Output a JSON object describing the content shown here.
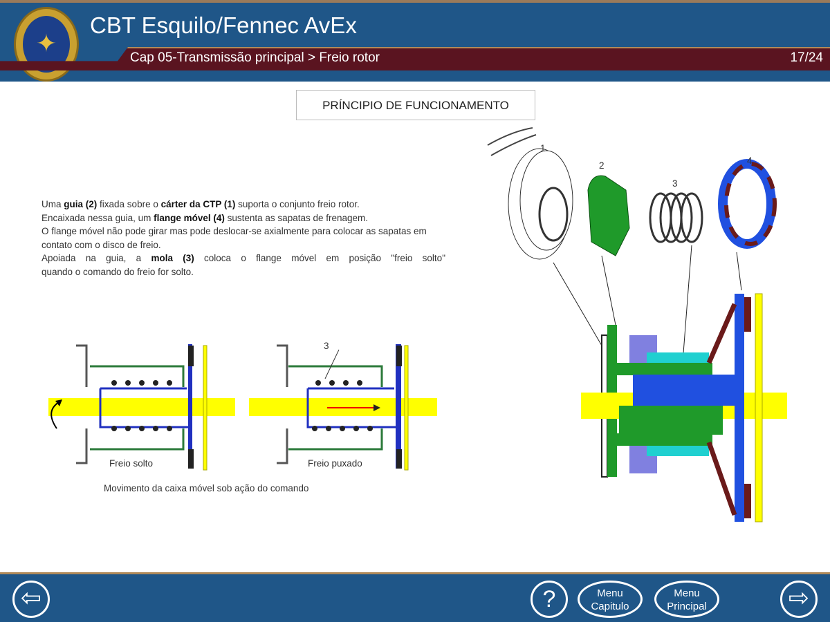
{
  "header": {
    "title": "CBT Esquilo/Fennec AvEx",
    "breadcrumb": "Cap 05-Transmissão principal > Freio rotor",
    "page": "17/24",
    "logo_icon": "eagle-emblem"
  },
  "section_title": "PRÍNCIPIO DE FUNCIONAMENTO",
  "body": {
    "p1": {
      "a": "Uma ",
      "b1": "guia (2)",
      "c": " fixada sobre o ",
      "b2": "cárter da CTP (1)",
      "d": " suporta o conjunto freio rotor."
    },
    "p2": {
      "a": "Encaixada nessa guia, um ",
      "b1": "flange móvel (4)",
      "c": " sustenta as sapatas de frenagem."
    },
    "p3": "O flange móvel não pode girar mas pode deslocar-se axialmente para colocar as sapatas em contato com o disco de freio.",
    "p4": {
      "a": "Apoiada na guia, a ",
      "b1": "mola (3)",
      "c": " coloca o flange móvel em posição \"freio solto\"",
      "d": "quando o comando do freio for solto."
    }
  },
  "diagram": {
    "solto": "Freio solto",
    "puxado": "Freio puxado",
    "caption": "Movimento da caixa móvel sob ação do comando",
    "label_spring": "3",
    "parts": [
      "1",
      "2",
      "3",
      "4"
    ]
  },
  "footer": {
    "help": "?",
    "menu_capitulo": [
      "Menu",
      "Capitulo"
    ],
    "menu_principal": [
      "Menu",
      "Principal"
    ]
  }
}
